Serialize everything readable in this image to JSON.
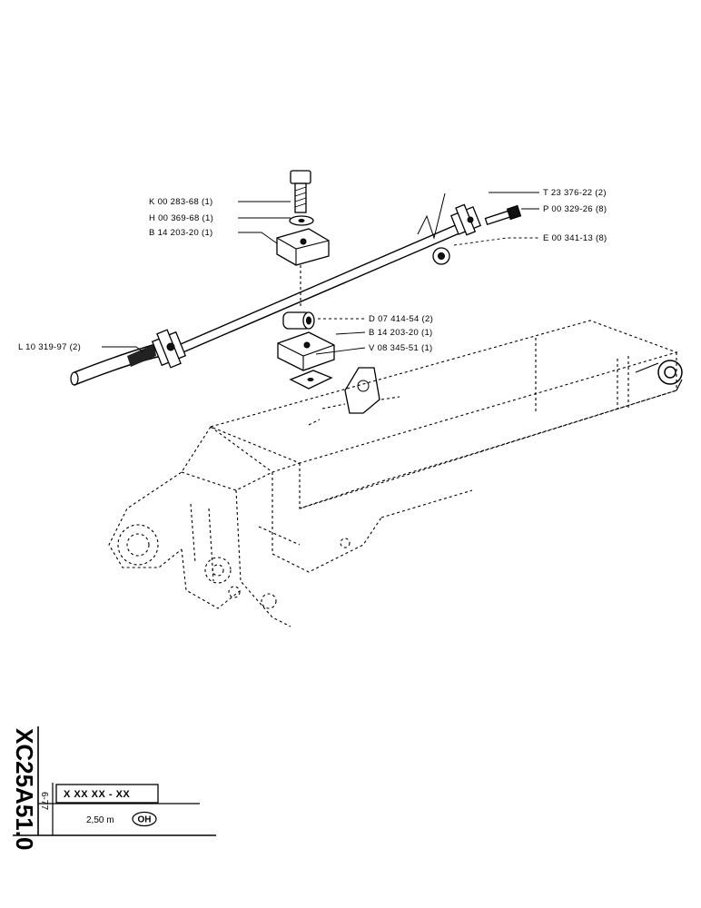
{
  "parts": [
    {
      "code": "K 00 283-68 (1)"
    },
    {
      "code": "H 00 369-68 (1)"
    },
    {
      "code": "B 14 203-20 (1)"
    },
    {
      "code": "T 23 376-22 (2)"
    },
    {
      "code": "P 00 329-26 (8)"
    },
    {
      "code": "E 00 341-13 (8)"
    },
    {
      "code": "L 10 319-97 (2)"
    },
    {
      "code": "D 07 414-54 (2)"
    },
    {
      "code": "B 14 203-20 (1)"
    },
    {
      "code": "V 08 345-51 (1)"
    }
  ],
  "title_block": {
    "drawing_number": "XC25A51.0",
    "date": "6-77",
    "serial_pattern": "X XX XX - XX",
    "length": "2,50 m",
    "option": "OH"
  }
}
